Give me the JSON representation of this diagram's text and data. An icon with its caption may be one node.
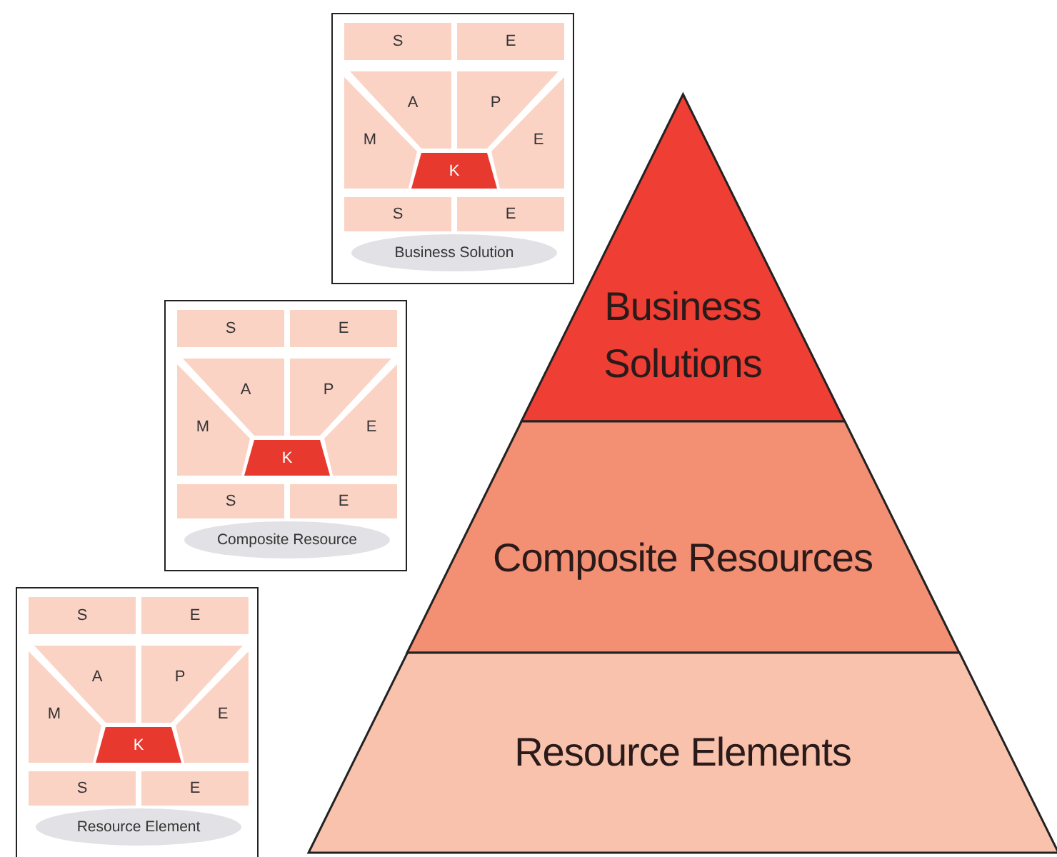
{
  "diagram": {
    "nodes": [
      {
        "text": [],
        "shape": "box"
      },
      {
        "text": [
          "S"
        ],
        "in": 0
      },
      {
        "text": [
          "E"
        ],
        "in": 0
      },
      {
        "text": [
          "A"
        ],
        "in": 0
      },
      {
        "text": [
          "P"
        ],
        "in": 0
      },
      {
        "text": [
          "M"
        ],
        "in": 0
      },
      {
        "text": [
          "E"
        ],
        "in": 0
      },
      {
        "text": [
          "K"
        ],
        "in": 0
      },
      {
        "text": [
          "S"
        ],
        "in": 0
      },
      {
        "text": [
          "E"
        ],
        "in": 0
      },
      {
        "text": [
          "Business Solution"
        ],
        "in": 0
      },
      {
        "text": [],
        "shape": "box"
      },
      {
        "text": [
          "S"
        ],
        "in": 11
      },
      {
        "text": [
          "E"
        ],
        "in": 11
      },
      {
        "text": [
          "A"
        ],
        "in": 11
      },
      {
        "text": [
          "P"
        ],
        "in": 11
      },
      {
        "text": [
          "M"
        ],
        "in": 11
      },
      {
        "text": [
          "E"
        ],
        "in": 11
      },
      {
        "text": [
          "K"
        ],
        "in": 11
      },
      {
        "text": [
          "S"
        ],
        "in": 11
      },
      {
        "text": [
          "E"
        ],
        "in": 11
      },
      {
        "text": [
          "Composite Resource"
        ],
        "in": 11
      },
      {
        "text": [],
        "shape": "box"
      },
      {
        "text": [
          "S"
        ],
        "in": 22
      },
      {
        "text": [
          "E"
        ],
        "in": 22
      },
      {
        "text": [
          "A"
        ],
        "in": 22
      },
      {
        "text": [
          "P"
        ],
        "in": 22
      },
      {
        "text": [
          "M"
        ],
        "in": 22
      },
      {
        "text": [
          "E"
        ],
        "in": 22
      },
      {
        "text": [
          "K"
        ],
        "in": 22
      },
      {
        "text": [
          "S"
        ],
        "in": 22
      },
      {
        "text": [
          "E"
        ],
        "in": 22
      },
      {
        "text": [
          "Resource Element"
        ],
        "in": 22
      },
      {
        "text": [
          "Business Solutions"
        ]
      },
      {
        "text": [
          "Composite Resources"
        ]
      },
      {
        "text": [
          "Resource Elements"
        ]
      }
    ]
  }
}
